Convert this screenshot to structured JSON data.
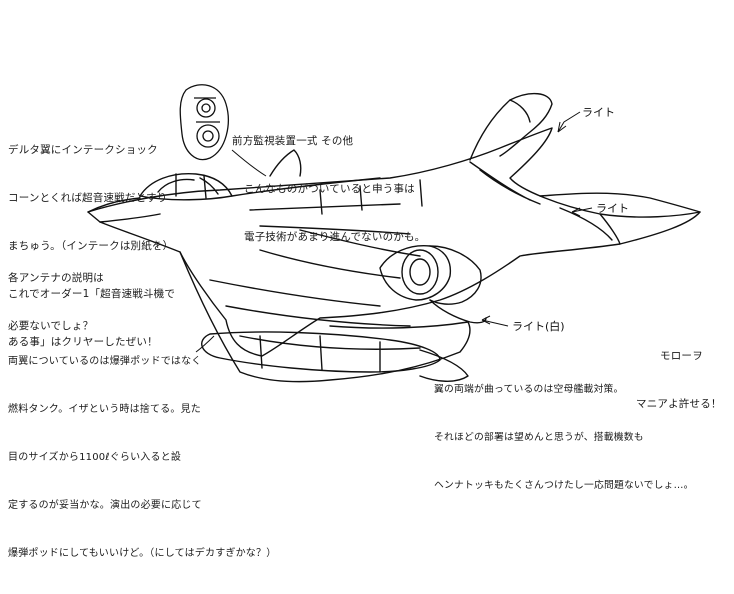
{
  "notes": {
    "top_left": [
      "デルタ翼にインテークショック",
      "コーンとくれば超音速戦だとすり",
      "まちゅう。（インテークは別紙を）",
      "これでオーダー1「超音速戦斗機で",
      "ある事」はクリヤーしたぜい！"
    ],
    "sensor": [
      "前方監視装置一式 その他",
      "こんなものがついていると申う事は",
      "電子技術があまり進んでないのかも。"
    ],
    "antenna": [
      "各アンテナの説明は",
      "必要ないでしょ？"
    ],
    "tank": [
      "両翼についているのは爆弾ポッドではなく",
      "燃料タンク。イザという時は捨てる。見た",
      "目のサイズから1100ℓぐらい入ると設",
      "定するのが妥当かな。演出の必要に応じて",
      "爆弾ポッドにしてもいいけど。（にしてはデカすぎかな？）"
    ],
    "wing_fold": [
      "翼の両端が曲っているのは空母艦載対策。",
      "それほどの部署は望めんと思うが、搭載機数も",
      "ヘンナトッキもたくさんつけたし一応問題ないでしょ…。"
    ],
    "signature": [
      "モローヲ",
      "マニアよ許せる！"
    ]
  },
  "labels": {
    "light_top": "ライト",
    "light_side": "ライト",
    "light_white": "ライト(白)"
  }
}
